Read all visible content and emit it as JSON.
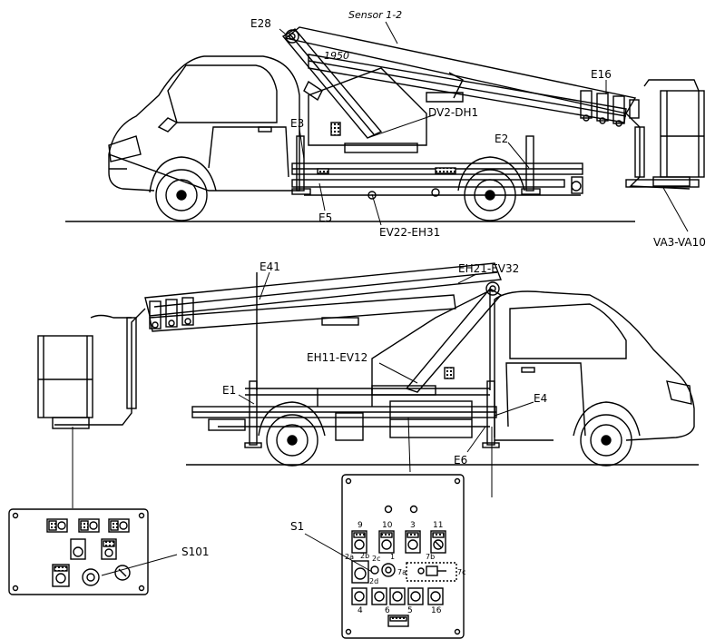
{
  "labels": {
    "sensor": "Sensor 1-2",
    "e28": "E28",
    "dim_1950": "1950",
    "e16": "E16",
    "dv2_dh1": "DV2-DH1",
    "e3": "E3",
    "e2": "E2",
    "e5": "E5",
    "ev22_eh31": "EV22-EH31",
    "va3_va10": "VA3-VA10",
    "e41": "E41",
    "eh21_ev32": "EH21-EV32",
    "eh11_ev12": "EH11-EV12",
    "e1": "E1",
    "e4": "E4",
    "e6": "E6",
    "s1": "S1",
    "s101": "S101"
  },
  "panel_numbers": {
    "n9": "9",
    "n10": "10",
    "n3": "3",
    "n11": "11",
    "n2a": "2a",
    "n2b": "2b",
    "n2c": "2c",
    "n2d": "2d",
    "n1": "1",
    "n7a": "7a",
    "n7b": "7b",
    "n7c": "7c",
    "n4": "4",
    "n6": "6",
    "n16": "16",
    "n5": "5"
  },
  "colors": {
    "line": "#000000",
    "background": "#ffffff"
  }
}
